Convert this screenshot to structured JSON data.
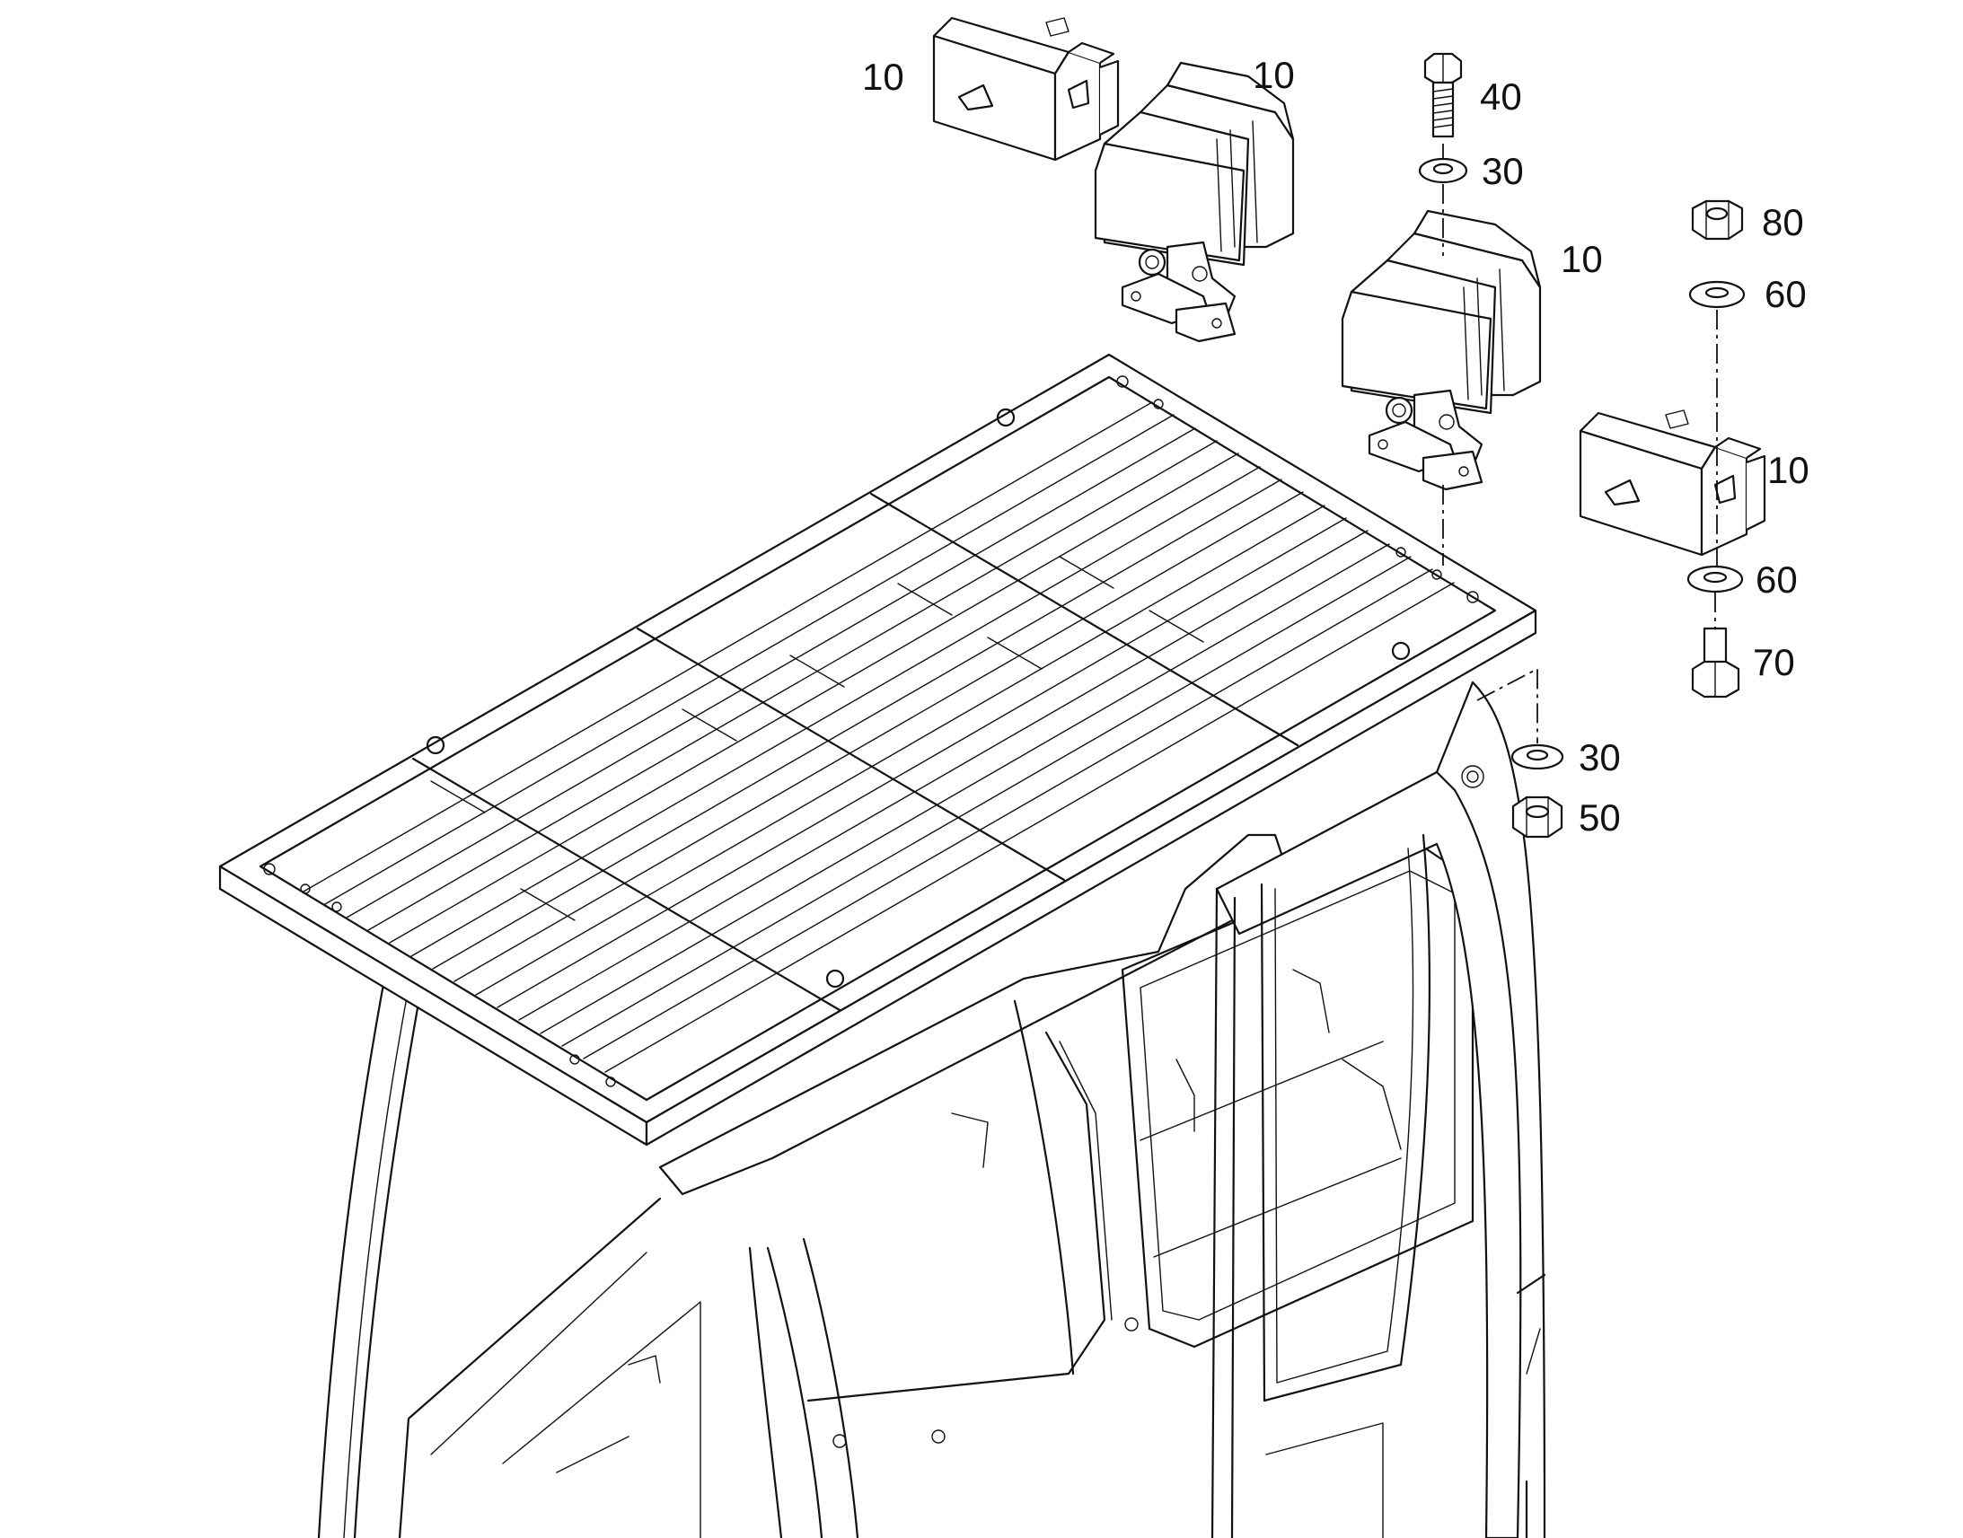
{
  "colors": {
    "line": "#111111",
    "background": "#ffffff"
  },
  "callouts": [
    {
      "id": "c-10-a",
      "text": "10",
      "part": "lamp-relay-box"
    },
    {
      "id": "c-10-b",
      "text": "10",
      "part": "work-lamp"
    },
    {
      "id": "c-40",
      "text": "40",
      "part": "hex-bolt"
    },
    {
      "id": "c-30-a",
      "text": "30",
      "part": "flat-washer"
    },
    {
      "id": "c-80",
      "text": "80",
      "part": "hex-nut"
    },
    {
      "id": "c-60-a",
      "text": "60",
      "part": "flat-washer"
    },
    {
      "id": "c-10-c",
      "text": "10",
      "part": "work-lamp"
    },
    {
      "id": "c-10-d",
      "text": "10",
      "part": "lamp-relay-box"
    },
    {
      "id": "c-60-b",
      "text": "60",
      "part": "flat-washer"
    },
    {
      "id": "c-70",
      "text": "70",
      "part": "hex-bolt"
    },
    {
      "id": "c-30-b",
      "text": "30",
      "part": "flat-washer"
    },
    {
      "id": "c-50",
      "text": "50",
      "part": "hex-nut"
    }
  ]
}
